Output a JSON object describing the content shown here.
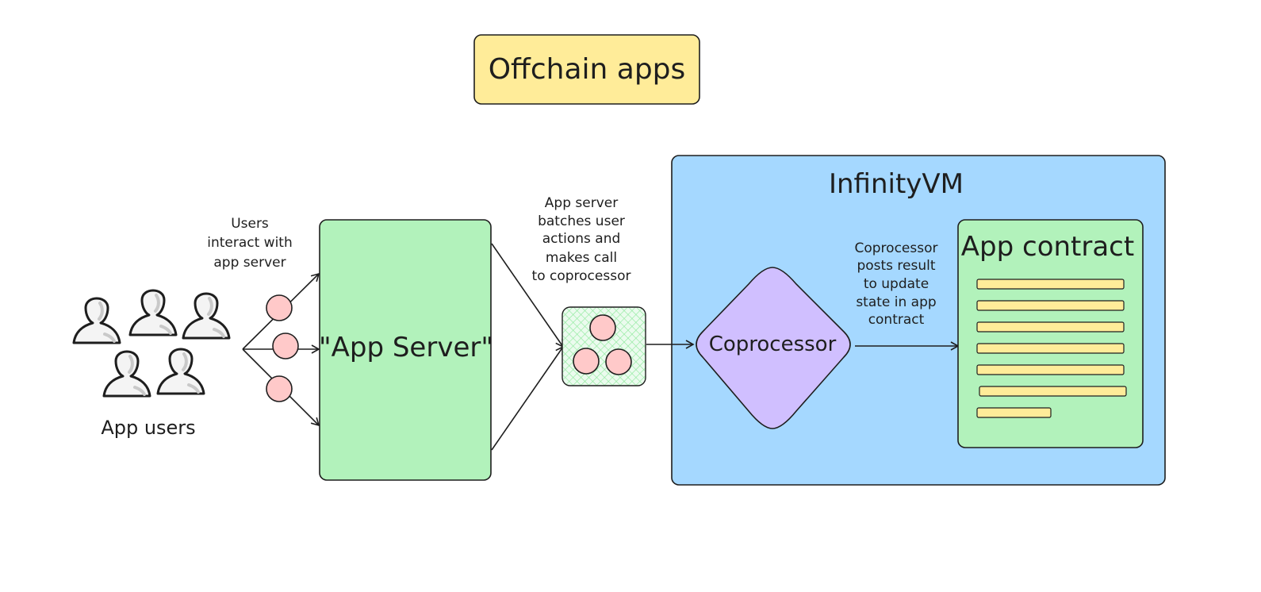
{
  "title": "Offchain apps",
  "users": {
    "caption": "App users",
    "note": [
      "Users",
      "interact with",
      "app server"
    ]
  },
  "app_server": {
    "label": "\"App Server\""
  },
  "batch": {
    "note": [
      "App server",
      "batches user",
      "actions and",
      "makes call",
      "to coprocessor"
    ]
  },
  "infinity_vm": {
    "label": "InfinityVM",
    "coprocessor_label": "Coprocessor",
    "note": [
      "Coprocessor",
      "posts result",
      "to update",
      "state in app",
      "contract"
    ],
    "contract": {
      "label": "App contract",
      "line_count": 7
    }
  },
  "colors": {
    "title_fill": "#ffec99",
    "server_fill": "#b2f2bb",
    "vm_fill": "#a5d8ff",
    "coprocessor_fill": "#d0bfff",
    "contract_fill": "#b2f2bb",
    "contract_line": "#ffec99",
    "action_dot": "#ffc9c9",
    "stroke": "#1e1e1e"
  }
}
